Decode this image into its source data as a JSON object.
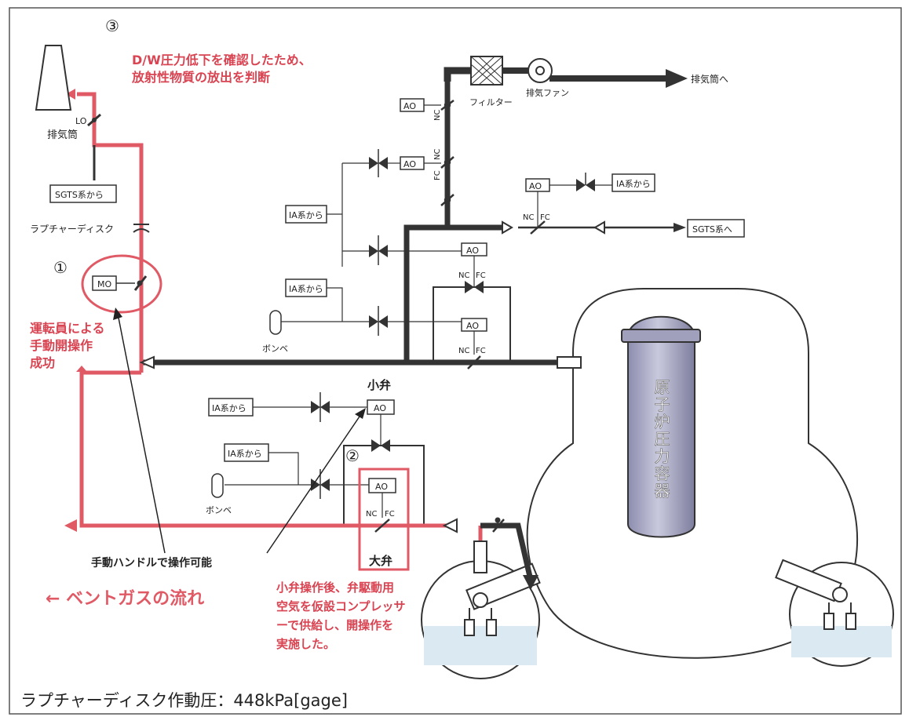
{
  "markers": {
    "m1": "①",
    "m2": "②",
    "m3": "③"
  },
  "notes": {
    "decision_line1": "D/W圧力低下を確認したため、",
    "decision_line2": "放射性物質の放出を判断",
    "operator_line1": "運転員による",
    "operator_line2": "手動開操作",
    "operator_line3": "成功",
    "manual_handle": "手動ハンドルで操作可能",
    "compressor_line1": "小弁操作後、弁駆動用",
    "compressor_line2": "空気を仮設コンプレッサ",
    "compressor_line3": "ーで供給し、開操作を",
    "compressor_line4": "実施した。",
    "vent_flow": "← ベントガスの流れ",
    "rupture_pressure": "ラプチャーディスク作動圧：448kPa[gage]"
  },
  "labels": {
    "stack": "排気筒",
    "from_sgts": "SGTS系から",
    "rupture_disk": "ラプチャーディスク",
    "to_stack": "排気筒へ",
    "to_sgts": "SGTS系へ",
    "filter": "フィルター",
    "exhaust_fan": "排気ファン",
    "ia_from": "IA系から",
    "cylinder": "ボンベ",
    "small_valve": "小弁",
    "large_valve": "大弁",
    "rpv": "原子炉圧力容器"
  },
  "tags": {
    "mo": "MO",
    "ao": "AO",
    "nc": "NC",
    "fc": "FC",
    "lo": "LO"
  },
  "colors": {
    "vent_path": "#e05a66",
    "piping": "#333333",
    "highlight": "#d94452",
    "vessel_fill": "#a9a9c6"
  }
}
